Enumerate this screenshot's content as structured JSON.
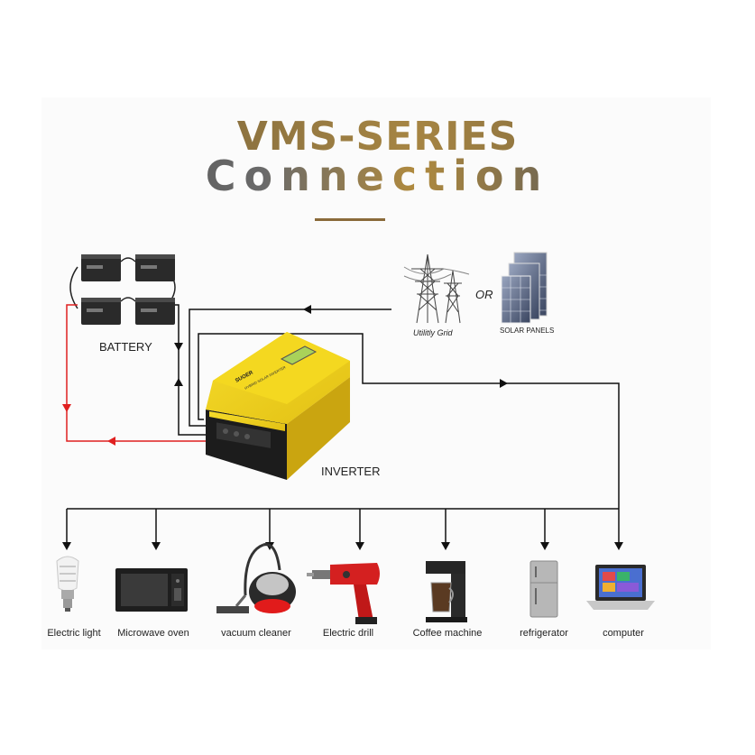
{
  "title": {
    "line1": "VMS-SERIES",
    "line2": "Connection"
  },
  "labels": {
    "battery": "BATTERY",
    "inverter": "INVERTER",
    "or": "OR",
    "utility_grid": "Utilitly Grid",
    "solar_panels": "SOLAR PANELS"
  },
  "inverter": {
    "brand": "SUOER",
    "model_text": "HYBRID SOLAR INVERTER",
    "body_color": "#f2d21b"
  },
  "appliances": [
    {
      "id": "electric-light",
      "label": "Electric light"
    },
    {
      "id": "microwave-oven",
      "label": "Microwave oven"
    },
    {
      "id": "vacuum-cleaner",
      "label": "vacuum cleaner"
    },
    {
      "id": "electric-drill",
      "label": "Electric drill"
    },
    {
      "id": "coffee-machine",
      "label": "Coffee machine"
    },
    {
      "id": "refrigerator",
      "label": "refrigerator"
    },
    {
      "id": "computer",
      "label": "computer"
    }
  ],
  "colors": {
    "accent_gold": "#a68543",
    "wire_black": "#111111",
    "wire_red": "#e02020"
  }
}
